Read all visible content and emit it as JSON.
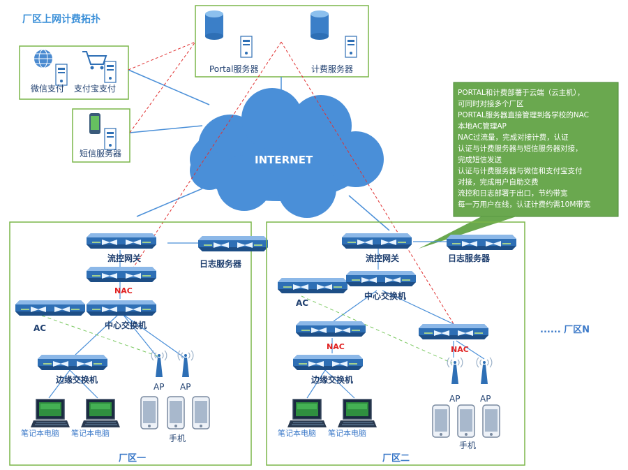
{
  "title": "厂区上网计费拓扑",
  "cloud_label": "INTERNET",
  "top_servers": {
    "portal": "Portal服务器",
    "billing": "计费服务器"
  },
  "payment": {
    "wechat": "微信支付",
    "alipay": "支付宝支付",
    "sms": "短信服务器"
  },
  "note_lines": [
    "PORTAL和计费部署于云端（云主机），",
    "可同时对接多个厂区",
    "PORTAL服务器直接管理到各学校的NAC",
    "本地AC管理AP",
    "NAC过流量，完成对接计费，认证",
    "认证与计费服务器与短信服务器对接，",
    "完成短信发送",
    "认证与计费服务器与微信和支付宝支付",
    "对接，完成用户自助交费",
    "流控和日志部署于出口，节约带宽",
    "每一万用户在线，认证计费约需10M带宽"
  ],
  "zone1": {
    "name": "厂区一",
    "flow_gateway": "流控网关",
    "log_server": "日志服务器",
    "nac": "NAC",
    "ac": "AC",
    "core_switch": "中心交换机",
    "edge_switch": "边缘交换机",
    "ap1": "AP",
    "ap2": "AP",
    "laptop1": "笔记本电脑",
    "laptop2": "笔记本电脑",
    "phones": "手机"
  },
  "zone2": {
    "name": "厂区二",
    "flow_gateway": "流控网关",
    "log_server": "日志服务器",
    "ac": "AC",
    "core_switch": "中心交换机",
    "nac1": "NAC",
    "nac2": "NAC",
    "edge_switch": "边缘交换机",
    "ap1": "AP",
    "ap2": "AP",
    "laptop1": "笔记本电脑",
    "laptop2": "笔记本电脑",
    "phones": "手机"
  },
  "factory_n": "...... 厂区N",
  "colors": {
    "accent_blue": "#3a78c8",
    "note_green": "#6aa84f",
    "box_border": "#7ab648",
    "red_link": "#e03030",
    "nac_red": "#e02020"
  },
  "icons": [
    "server-icon",
    "globe-icon",
    "cart-icon",
    "phone-icon",
    "switch-icon",
    "ap-antenna-icon",
    "laptop-icon",
    "cloud-icon"
  ]
}
